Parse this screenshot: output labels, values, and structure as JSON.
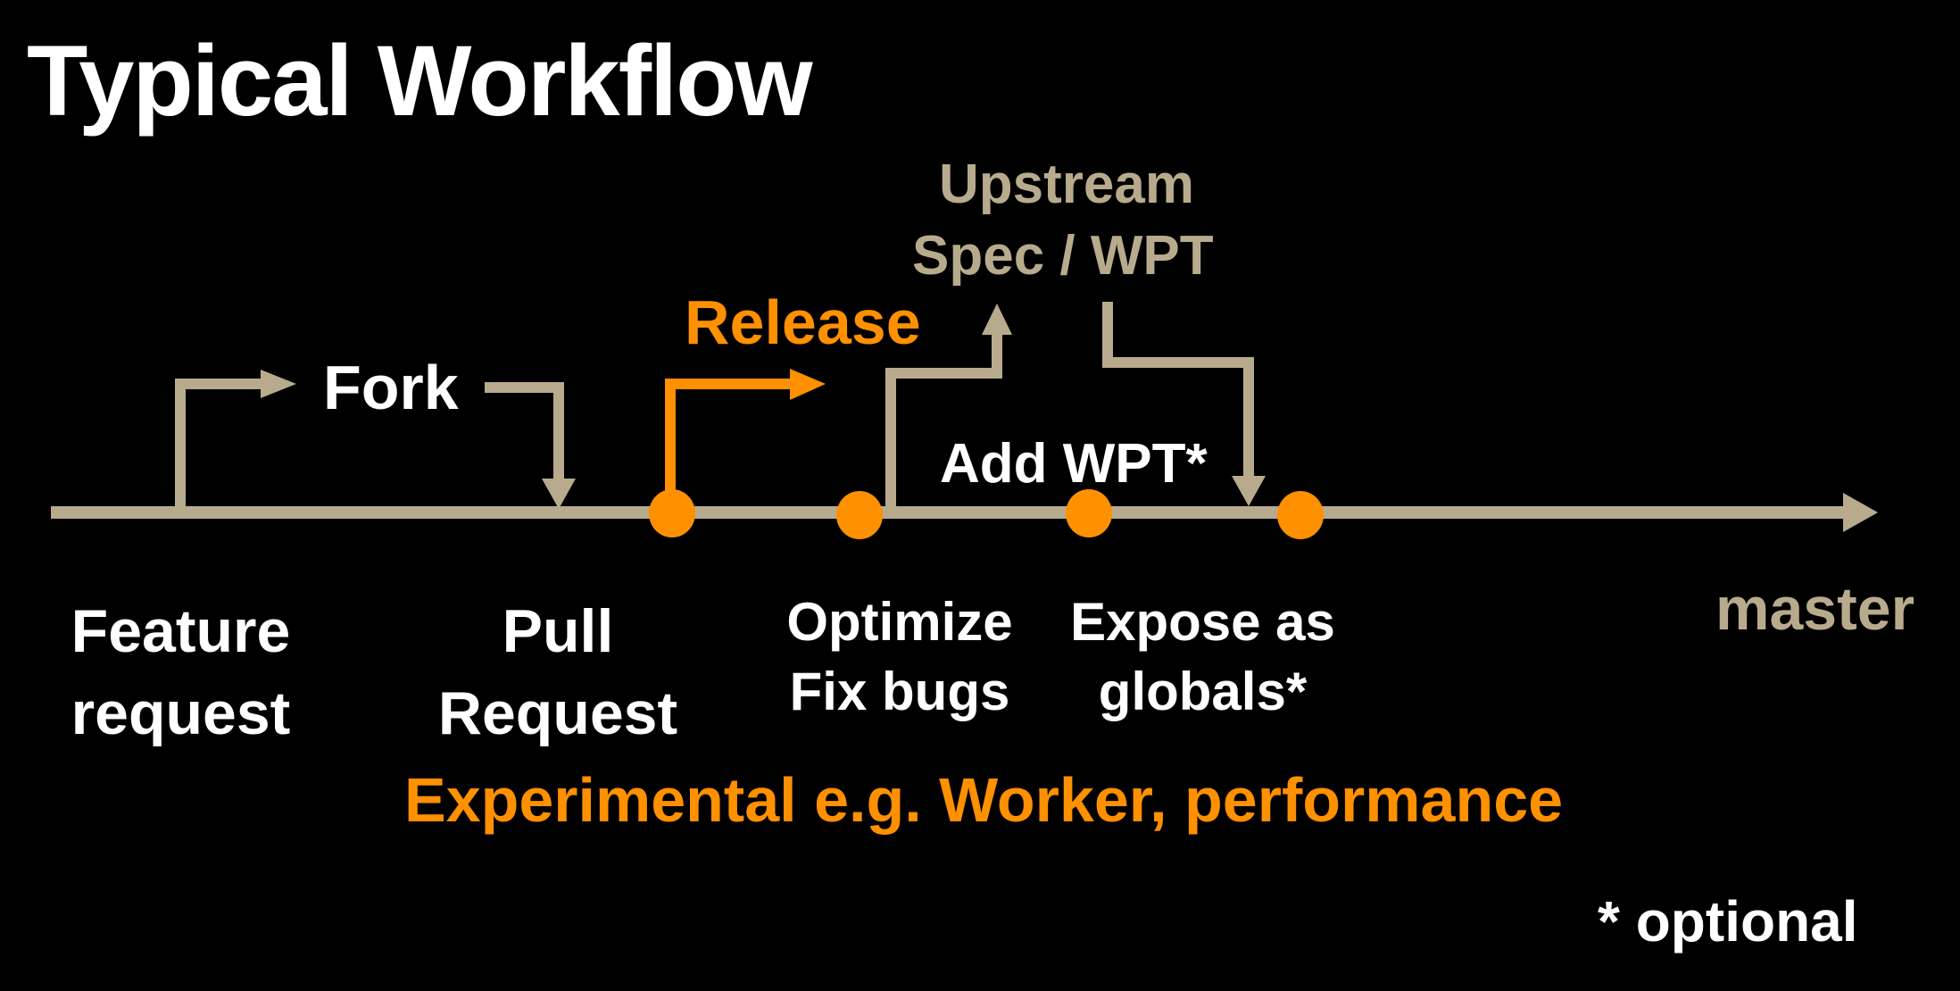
{
  "title": "Typical Workflow",
  "colors": {
    "branch": "#b8ab8d",
    "accent": "#ff9000",
    "text": "#ffffff",
    "background": "#000000"
  },
  "diagram": {
    "branch_label": "master",
    "steps_above": {
      "fork": "Fork",
      "release": "Release",
      "upstream_line1": "Upstream",
      "upstream_line2": "Spec / WPT",
      "add_wpt": "Add WPT*"
    },
    "steps_below": [
      {
        "line1": "Feature",
        "line2": "request"
      },
      {
        "line1": "Pull",
        "line2": "Request"
      },
      {
        "line1": "Optimize",
        "line2": "Fix bugs"
      },
      {
        "line1": "Expose as",
        "line2": "globals*"
      }
    ],
    "note": "Experimental e.g. Worker, performance",
    "footnote": "* optional"
  }
}
